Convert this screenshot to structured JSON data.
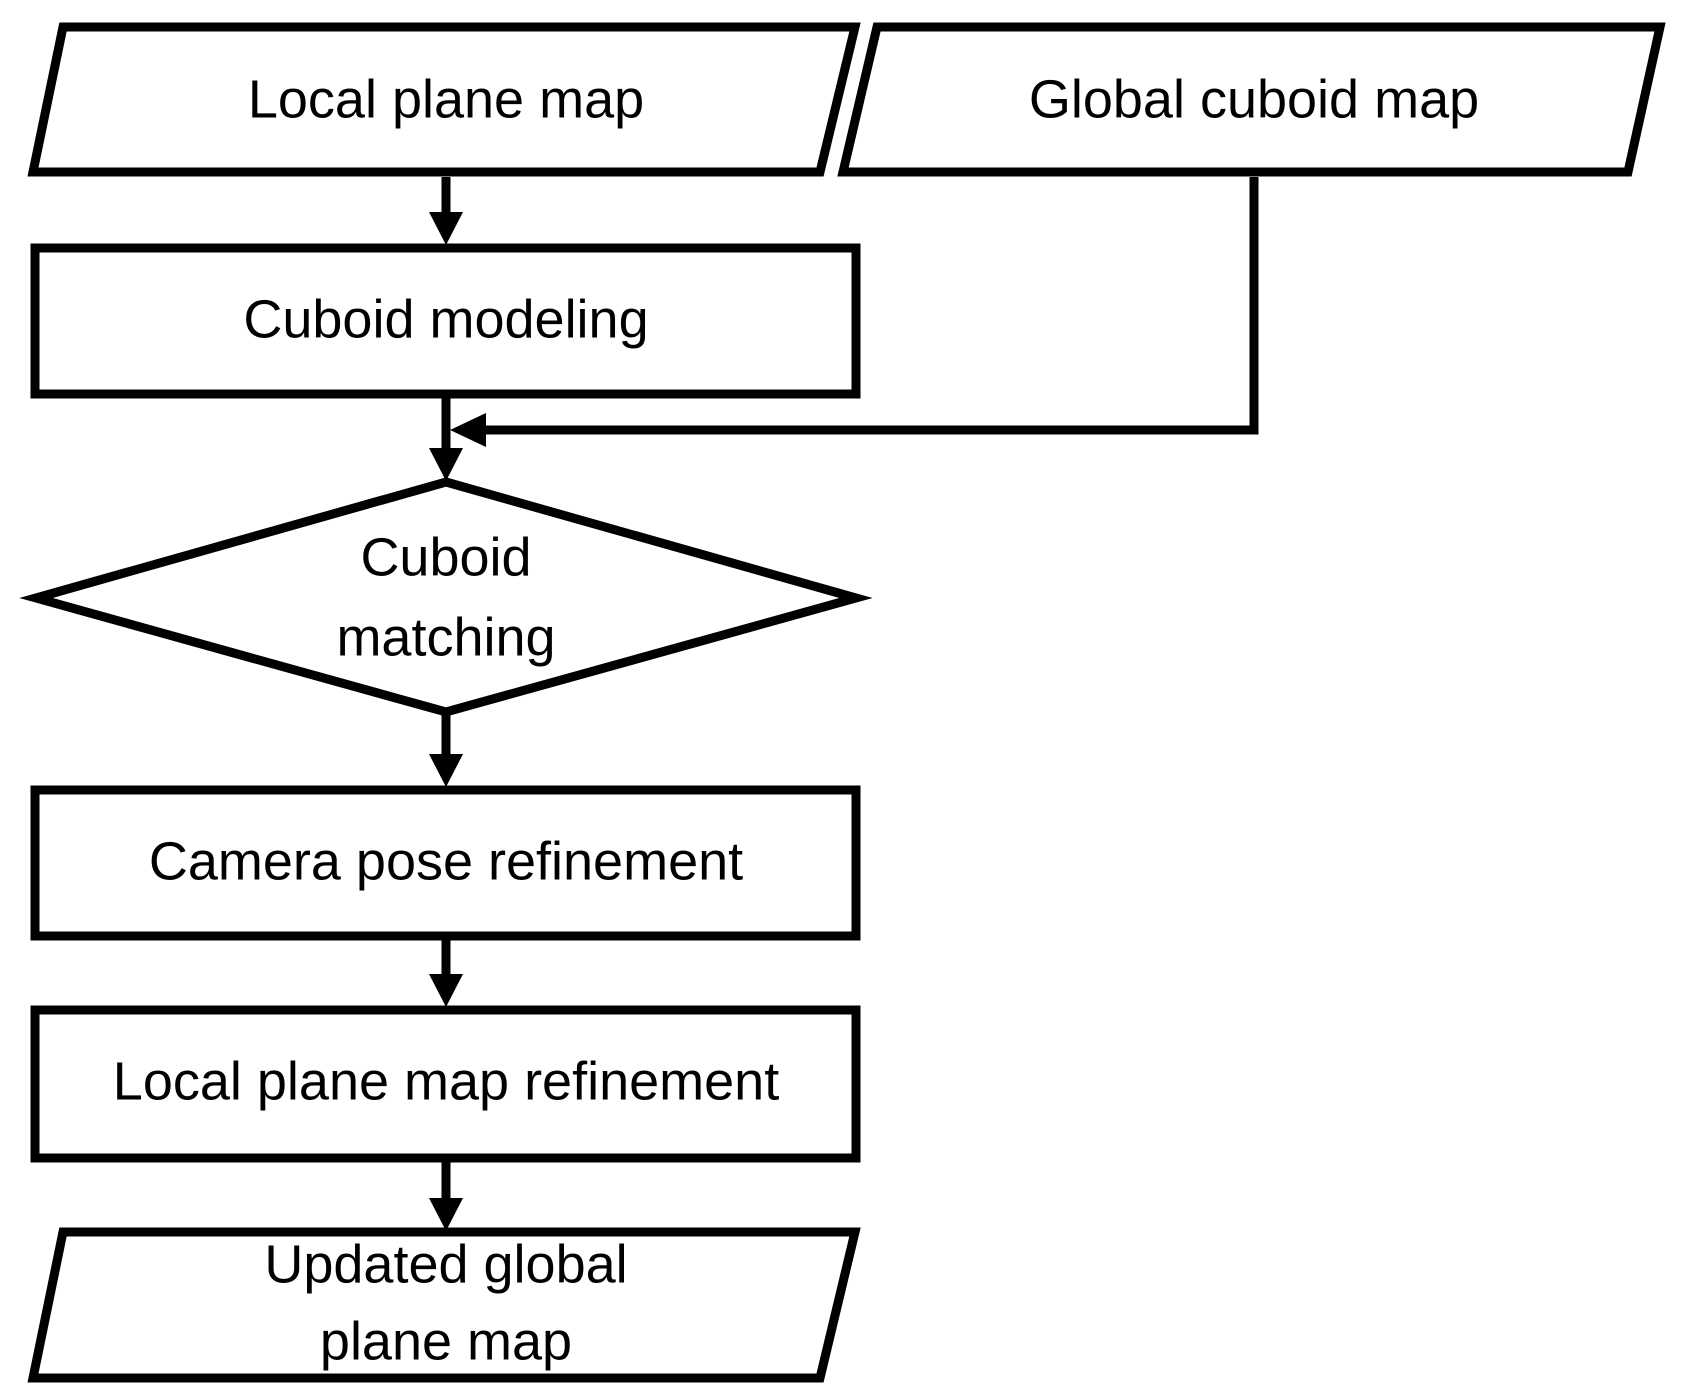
{
  "diagram": {
    "type": "flowchart",
    "colors": {
      "stroke": "#000000",
      "fill": "#ffffff",
      "text": "#000000"
    },
    "nodes": {
      "local_plane_map": {
        "shape": "parallelogram",
        "lines": [
          "Local plane map"
        ]
      },
      "global_cuboid_map": {
        "shape": "parallelogram",
        "lines": [
          "Global cuboid map"
        ]
      },
      "cuboid_modeling": {
        "shape": "rectangle",
        "lines": [
          "Cuboid modeling"
        ]
      },
      "cuboid_matching": {
        "shape": "diamond",
        "lines": [
          "Cuboid",
          "matching"
        ]
      },
      "camera_pose_refinement": {
        "shape": "rectangle",
        "lines": [
          "Camera pose refinement"
        ]
      },
      "local_plane_map_refinement": {
        "shape": "rectangle",
        "lines": [
          "Local plane map refinement"
        ]
      },
      "updated_global_plane_map": {
        "shape": "parallelogram",
        "lines": [
          "Updated global",
          "plane map"
        ]
      }
    },
    "edges": [
      {
        "from": "local_plane_map",
        "to": "cuboid_modeling"
      },
      {
        "from": "cuboid_modeling",
        "to": "cuboid_matching"
      },
      {
        "from": "global_cuboid_map",
        "to": "cuboid_matching"
      },
      {
        "from": "cuboid_matching",
        "to": "camera_pose_refinement"
      },
      {
        "from": "camera_pose_refinement",
        "to": "local_plane_map_refinement"
      },
      {
        "from": "local_plane_map_refinement",
        "to": "updated_global_plane_map"
      }
    ]
  }
}
